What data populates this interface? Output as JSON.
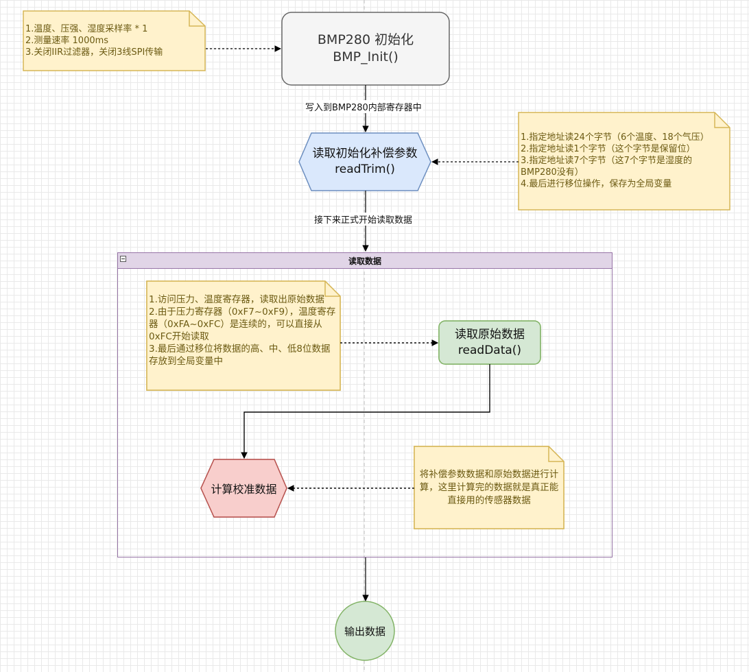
{
  "notes": {
    "init_settings": "1.温度、压强、湿度采样率 * 1\n2.测量速率 1000ms\n3.关闭IIR过滤器，关闭3线SPI传输",
    "trim_steps": "1.指定地址读24个字节（6个温度、18个气压）\n2.指定地址读1个字节（这个字节是保留位）\n3.指定地址读7个字节（这7个字节是湿度的BMP280没有）\n4.最后进行移位操作，保存为全局变量",
    "read_steps": "1.访问压力、温度寄存器，读取出原始数据\n2.由于压力寄存器（0xF7~0xF9），温度寄存器（0xFA~0xFC）是连续的，可以直接从0xFC开始读取\n3.最后通过移位将数据的高、中、低8位数据存放到全局变量中",
    "calc_desc": "将补偿参数数据和原始数据进行计算，这里计算完的数据就是真正能直接用的传感器数据"
  },
  "nodes": {
    "init": "BMP280 初始化\nBMP_Init()",
    "read_trim": "读取初始化补偿参数\nreadTrim()",
    "read_data": "读取原始数据\nreadData()",
    "calc": "计算校准数据",
    "output": "输出数据"
  },
  "edges": {
    "write_regs": "写入到BMP280内部寄存器中",
    "start_read": "接下来正式开始读取数据"
  },
  "container": {
    "title": "读取数据"
  },
  "colors": {
    "note_fill": "#fff2cc",
    "note_stroke": "#d6b656",
    "init_fill": "#f5f5f5",
    "trim_fill": "#dae8fc",
    "trim_stroke": "#6c8ebf",
    "read_fill": "#d5e8d4",
    "read_stroke": "#82b366",
    "calc_fill": "#f8cecc",
    "calc_stroke": "#b85450",
    "pool_fill": "#e1d5e7",
    "pool_stroke": "#9673a6"
  }
}
